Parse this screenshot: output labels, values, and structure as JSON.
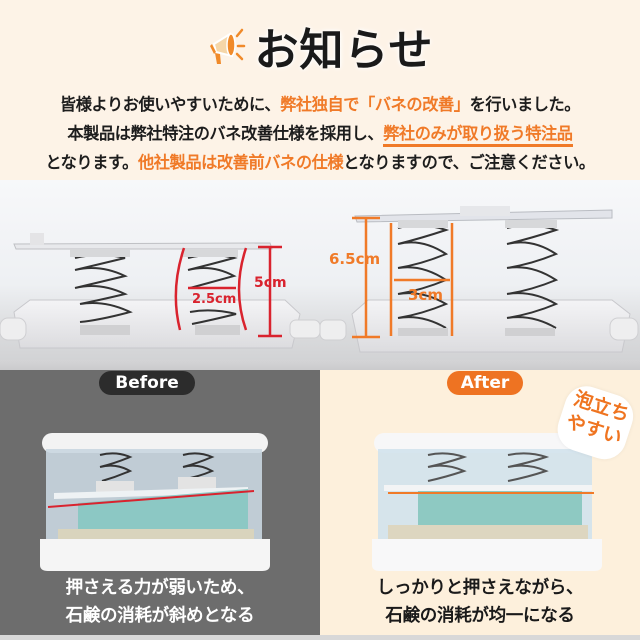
{
  "header": {
    "title": "お知らせ",
    "icon": "megaphone-icon",
    "notice_lines": [
      {
        "segments": [
          {
            "text": "皆様よりお使いやすいために、",
            "style": "normal"
          },
          {
            "text": "弊社独自で「バネの改善」",
            "style": "highlight"
          },
          {
            "text": "を行いました。",
            "style": "normal"
          }
        ]
      },
      {
        "segments": [
          {
            "text": "本製品は弊社特注のバネ改善仕様を採用し、",
            "style": "normal"
          },
          {
            "text": "弊社のみが取り扱う特注品",
            "style": "highlight-underline"
          }
        ]
      },
      {
        "segments": [
          {
            "text": "となります。",
            "style": "normal"
          },
          {
            "text": "他社製品は改善前バネの仕様",
            "style": "highlight"
          },
          {
            "text": "となりますので、ご注意ください。",
            "style": "normal"
          }
        ]
      }
    ]
  },
  "spring_comparison": {
    "before": {
      "height_label": "5cm",
      "width_label": "2.5cm",
      "color": "#d9232e"
    },
    "after": {
      "height_label": "6.5cm",
      "width_label": "3cm",
      "color": "#f07a28"
    }
  },
  "panels": {
    "before": {
      "badge": "Before",
      "caption_lines": [
        "押さえる力が弱いため、",
        "石鹸の消耗が斜めとなる"
      ],
      "bg_color": "#6d6d6d",
      "line_color": "#d9232e"
    },
    "after": {
      "badge": "After",
      "caption_lines": [
        "しっかりと押さえながら、",
        "石鹸の消耗が均一になる"
      ],
      "bg_color": "#fdf0dc",
      "line_color": "#f07a28",
      "bubble_lines": [
        "泡立ち",
        "やすい"
      ]
    }
  },
  "colors": {
    "accent_orange": "#f07a28",
    "accent_red": "#d9232e",
    "header_bg": "#fdf3e7",
    "text_dark": "#1a1a1a"
  }
}
